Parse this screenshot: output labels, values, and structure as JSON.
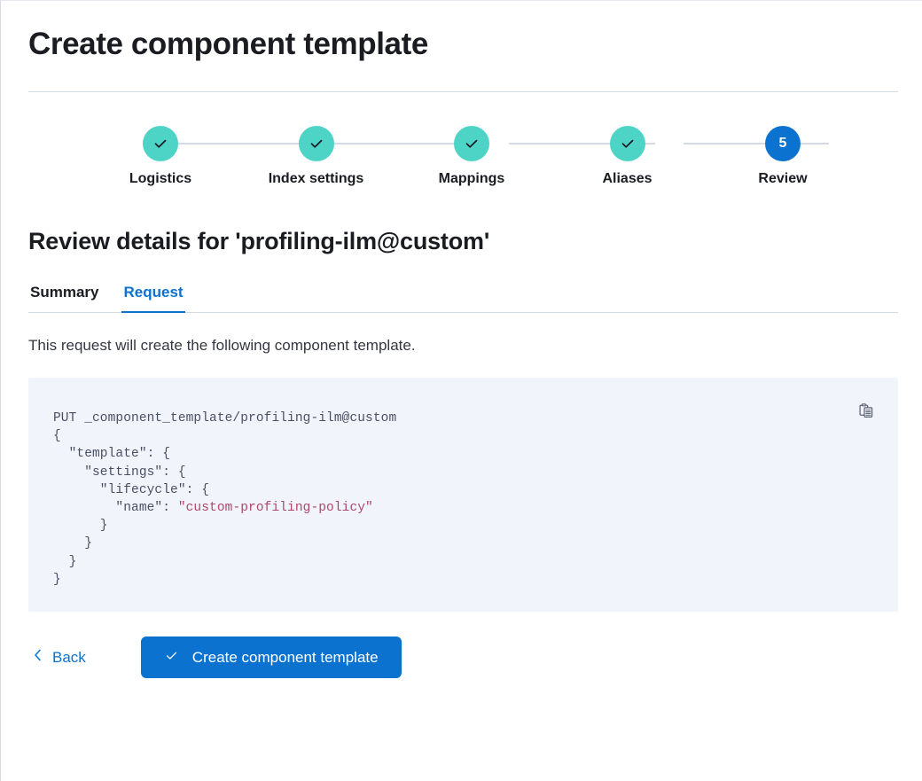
{
  "page": {
    "title": "Create component template"
  },
  "stepper": {
    "steps": [
      {
        "label": "Logistics",
        "state": "complete",
        "number": "1",
        "icon": "check-icon"
      },
      {
        "label": "Index settings",
        "state": "complete",
        "number": "2",
        "icon": "check-icon"
      },
      {
        "label": "Mappings",
        "state": "complete",
        "number": "3",
        "icon": "check-icon"
      },
      {
        "label": "Aliases",
        "state": "complete",
        "number": "4",
        "icon": "check-icon"
      },
      {
        "label": "Review",
        "state": "current",
        "number": "5",
        "icon": ""
      }
    ],
    "colors": {
      "complete": "#4dd4c6",
      "current": "#0b72cf",
      "line": "#d3dae6"
    }
  },
  "review": {
    "heading": "Review details for 'profiling-ilm@custom'",
    "tabs": [
      {
        "label": "Summary",
        "active": false
      },
      {
        "label": "Request",
        "active": true
      }
    ],
    "description": "This request will create the following component template.",
    "code": {
      "method_line": "PUT _component_template/profiling-ilm@custom",
      "lines": [
        "PUT _component_template/profiling-ilm@custom",
        "{",
        "  \"template\": {",
        "    \"settings\": {",
        "      \"lifecycle\": {",
        "        \"name\": \"custom-profiling-policy\"",
        "      }",
        "    }",
        "  }",
        "}"
      ],
      "string_value": "\"custom-profiling-policy\"",
      "copy_icon": "copy-clipboard-icon",
      "background": "#f1f4fa",
      "string_color": "#b0476e"
    }
  },
  "footer": {
    "back_label": "Back",
    "back_icon": "chevron-left-icon",
    "create_label": "Create component template",
    "create_icon": "check-icon",
    "primary_color": "#0b72cf"
  }
}
